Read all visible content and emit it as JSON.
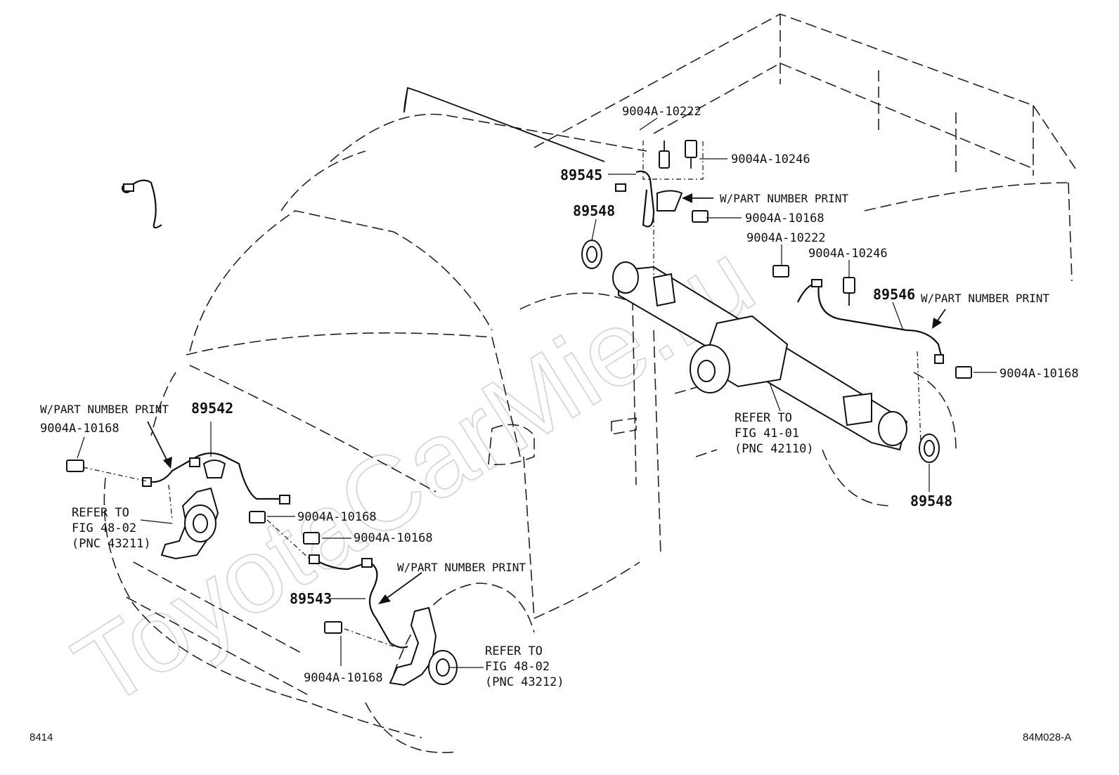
{
  "diagram": {
    "watermark": "ToyotaCarMie.ru",
    "footer_left": "8414",
    "footer_right": "84M028-A",
    "labels": {
      "p89545": "89545",
      "p89548_top": "89548",
      "p89548_bot": "89548",
      "p89546": "89546",
      "p89542": "89542",
      "p89543": "89543",
      "b_10222_top": "9004A-10222",
      "b_10246_top": "9004A-10246",
      "b_10168_top": "9004A-10168",
      "b_10222_mid": "9004A-10222",
      "b_10246_mid": "9004A-10246",
      "b_10168_right": "9004A-10168",
      "b_10168_left": "9004A-10168",
      "b_10168_c1": "9004A-10168",
      "b_10168_c2": "9004A-10168",
      "b_10168_bot": "9004A-10168",
      "print_top": "W/PART NUMBER PRINT",
      "print_right": "W/PART NUMBER PRINT",
      "print_left": "W/PART NUMBER PRINT",
      "print_center": "W/PART NUMBER PRINT",
      "ref_axle_1": "REFER TO",
      "ref_axle_2": "FIG 41-01",
      "ref_axle_3": "(PNC 42110)",
      "ref_l_1": "REFER TO",
      "ref_l_2": "FIG 48-02",
      "ref_l_3": "(PNC 43211)",
      "ref_r_1": "REFER TO",
      "ref_r_2": "FIG 48-02",
      "ref_r_3": "(PNC 43212)"
    }
  }
}
